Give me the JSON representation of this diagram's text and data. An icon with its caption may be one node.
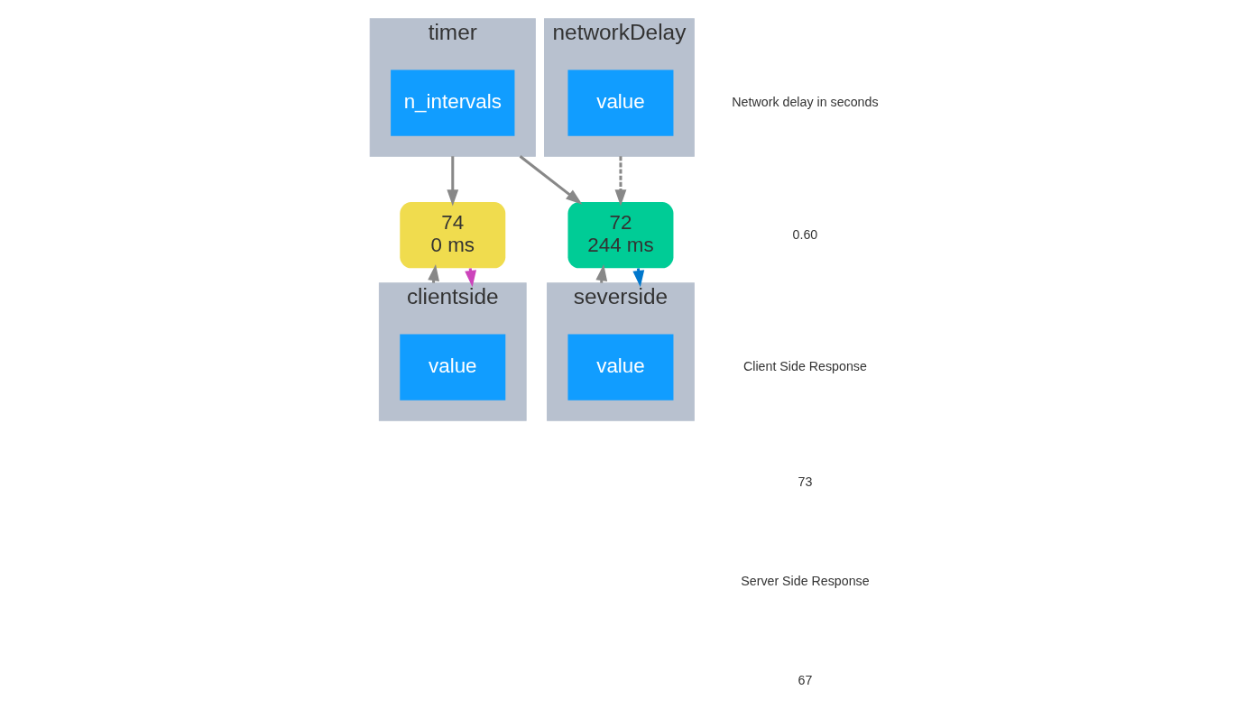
{
  "diagram": {
    "nodes": [
      {
        "text": [
          "timer"
        ]
      },
      {
        "text": [
          "n_intervals"
        ],
        "in": 0
      },
      {
        "text": [
          "networkDelay"
        ]
      },
      {
        "text": [
          "value"
        ],
        "in": 2
      },
      {
        "text": [
          "74",
          "0 ms"
        ]
      },
      {
        "text": [
          "72",
          "244 ms"
        ]
      },
      {
        "text": [
          "clientside"
        ]
      },
      {
        "text": [
          "value"
        ],
        "in": 6
      },
      {
        "text": [
          "severside"
        ]
      },
      {
        "text": [
          "value"
        ],
        "in": 8
      }
    ],
    "edges": [
      {
        "from": 1,
        "to": 4,
        "arrow": "to"
      },
      {
        "from": 1,
        "to": 5,
        "arrow": "to"
      },
      {
        "from": 3,
        "to": 5,
        "arrow": "to",
        "style": "dashed"
      },
      {
        "from": 7,
        "to": 4,
        "arrow": "to",
        "style": "dashed"
      },
      {
        "from": 4,
        "to": 7,
        "arrow": "to",
        "color": "#cc44bb"
      },
      {
        "from": 9,
        "to": 5,
        "arrow": "to",
        "style": "dashed"
      },
      {
        "from": 5,
        "to": 9,
        "arrow": "to",
        "color": "#0077cc"
      }
    ],
    "labels": [
      "Network delay in seconds",
      "0.60",
      "Client Side Response",
      "73",
      "Server Side Response",
      "67"
    ]
  }
}
